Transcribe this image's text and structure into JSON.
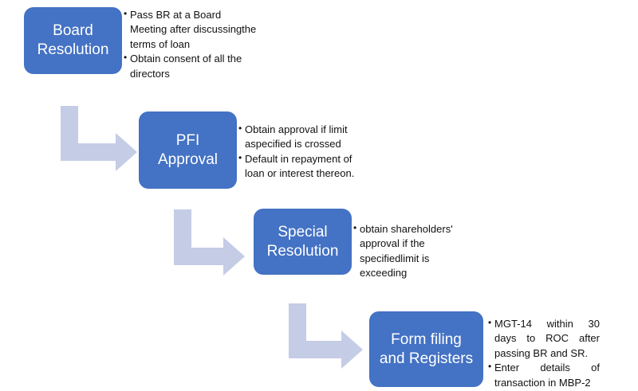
{
  "steps": [
    {
      "title_lines": [
        "Board",
        "Resolution"
      ],
      "notes": [
        "Pass BR at a Board Meeting after discussingthe terms of loan",
        "Obtain consent of all the directors"
      ]
    },
    {
      "title_lines": [
        "PFI",
        "Approval"
      ],
      "notes": [
        "Obtain approval if limit aspecified is crossed",
        "Default in repayment of loan or interest thereon."
      ]
    },
    {
      "title_lines": [
        "Special",
        "Resolution"
      ],
      "notes": [
        "obtain shareholders' approval if the specifiedlimit is exceeding"
      ]
    },
    {
      "title_lines": [
        "Form filing",
        "and Registers"
      ],
      "notes": [
        "MGT-14 within 30 days to ROC after passing BR and SR.",
        "Enter details of transaction in MBP-2"
      ]
    }
  ],
  "colors": {
    "box_fill": "#4472c4",
    "arrow_fill": "#c5cce6",
    "box_text": "#ffffff",
    "note_text": "#111111"
  }
}
